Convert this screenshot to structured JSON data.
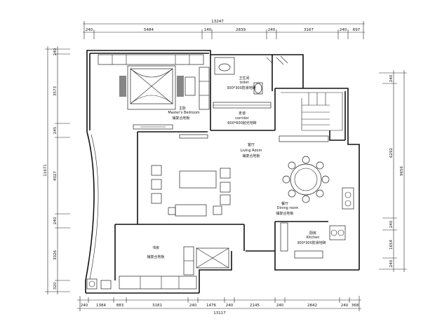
{
  "dimensions": {
    "top_total": "13247",
    "top_segments": [
      "240",
      "5484",
      "140",
      "2839",
      "240",
      "3167",
      "240",
      "697"
    ],
    "bottom_total": "13117",
    "bottom_segments": [
      "240",
      "1384",
      "883",
      "3181",
      "240",
      "1476",
      "240",
      "2145",
      "240",
      "2842",
      "240",
      "368"
    ],
    "left_total": "11671",
    "left_segments": [
      "240",
      "3573",
      "245",
      "4027",
      "240",
      "3026",
      "320"
    ],
    "right_total": "9656",
    "right_segments": [
      "240",
      "6292",
      "240",
      "1654",
      "240"
    ]
  },
  "rooms": {
    "master_bedroom": {
      "code": "主卧",
      "name": "Master's Bedroom",
      "floor": "铺复合地板"
    },
    "toilet": {
      "code": "卫生间",
      "name": "toilet",
      "floor": "300*300防滑地砖"
    },
    "corridor": {
      "code": "走道",
      "name": "corridor",
      "floor": "600*600抛光地砖"
    },
    "living_room": {
      "code": "客厅",
      "name": "Living Room",
      "floor": "铺复合地板"
    },
    "dining_room": {
      "code": "餐厅",
      "name": "Dining room",
      "floor": "铺复合地板"
    },
    "kitchen": {
      "code": "厨房",
      "name": "Kitchen",
      "floor": "300*300防滑地砖"
    },
    "study": {
      "code": "书房",
      "name": "",
      "floor": "铺复合地板"
    }
  }
}
